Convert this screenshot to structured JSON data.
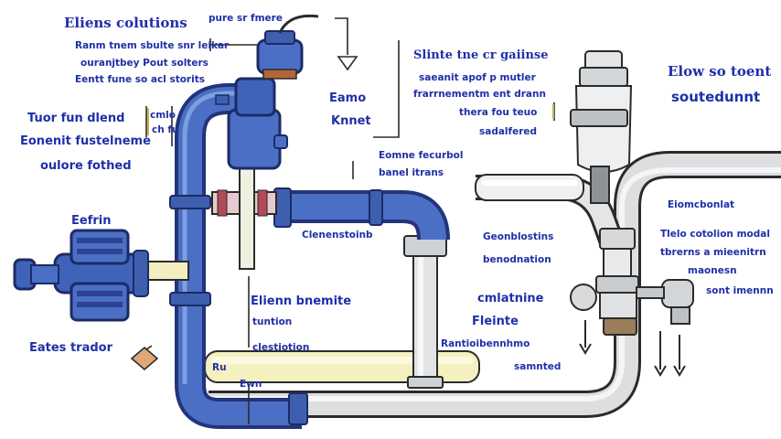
{
  "diagram": {
    "colors": {
      "blue_pipe": "#3f63b8",
      "blue_dark": "#23347a",
      "gray_pipe": "#d9dbdd",
      "yellow_pipe": "#f3efb9",
      "label_text": "#1f2fa8"
    },
    "labels": {
      "top_left_1": "Eliens colutions",
      "top_left_2": "Ranm tnem sbulte snr leikar",
      "top_left_3": "ouranjtbey Pout solters",
      "top_left_4": "Eentt  fune so acl storits",
      "top_mid_1": "pure sr fmere",
      "left_mid_1": "Tuor fun dlend",
      "left_mid_2": "Eonenit fustelneme",
      "left_mid_3": "oulore fothed",
      "left_side_1": "Eefrin",
      "left_bottom_1": "Eates trador",
      "valve_1": "Eamo",
      "valve_2": "Knnet",
      "top_center_1": "Slinte tne cr gaiinse",
      "top_center_2": "saeanit apof p mutler",
      "top_center_3": "frarrnementm ent drann",
      "top_center_4": "thera fou teuo",
      "top_center_5": "sadalfered",
      "center_1": "Eomne fecurbol",
      "center_2": "banel itrans",
      "center_pipe_1": "Clenenstoinb",
      "center_low_1": "Elienn bnemite",
      "center_low_2": "tuntion",
      "center_low_3": "clestiotion",
      "right_center_1": "Geonblostins",
      "right_center_2": "benodnation",
      "right_center_3": "cmlatnine",
      "right_center_4": "Fleinte",
      "right_center_5": "Rantioibennhmo",
      "right_center_6": "samnted",
      "right_top_1": "Elow so toent",
      "right_top_2": "soutedunnt",
      "right_1": "Eiomcbonlat",
      "right_2": "Tlelo cotolion modal",
      "right_3": "tbrerns a mieenitrn",
      "right_4": "maonesn",
      "right_5": "sont imennn",
      "mark_1": "cmlo",
      "mark_2": "ch fu",
      "mark_3": "Ru",
      "mark_4": "Ewn"
    }
  }
}
